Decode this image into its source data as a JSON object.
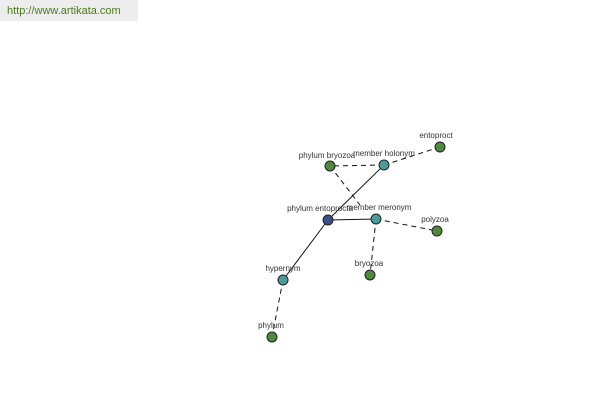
{
  "header": {
    "url": "http://www.artikata.com"
  },
  "colors": {
    "center": "#3d4f8a",
    "relation": "#4a9c9c",
    "leaf": "#4f8a3c"
  },
  "graph": {
    "center": {
      "label": "phylum entoprocta"
    },
    "relations": {
      "member_holonym": "member holonym",
      "member_meronym": "member meronym",
      "hypernym": "hypernym"
    },
    "terms": {
      "entoproct": "entoproct",
      "phylum_bryozoa": "phylum bryozoa",
      "polyzoa": "polyzoa",
      "bryozoa": "bryozoa",
      "phylum": "phylum"
    }
  }
}
